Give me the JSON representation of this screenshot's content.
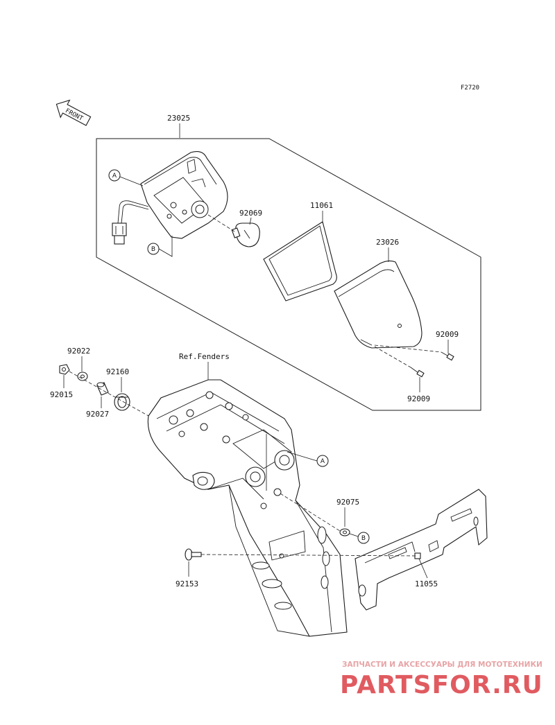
{
  "diagram": {
    "code": "F2720",
    "front_label": "FRONT",
    "ref_text": "Ref.Fenders",
    "callouts": {
      "a": "A",
      "b": "B"
    },
    "parts": {
      "p23025": "23025",
      "p92069": "92069",
      "p11061": "11061",
      "p23026": "23026",
      "p92009_a": "92009",
      "p92009_b": "92009",
      "p92022": "92022",
      "p92015": "92015",
      "p92160": "92160",
      "p92027": "92027",
      "p92075": "92075",
      "p92153": "92153",
      "p11055": "11055"
    }
  },
  "watermark": {
    "caption": "ЗАПЧАСТИ И АКСЕССУАРЫ ДЛЯ МОТОТЕХНИКИ",
    "logo": "PARTSFOR.RU",
    "color": "#e05b60"
  }
}
